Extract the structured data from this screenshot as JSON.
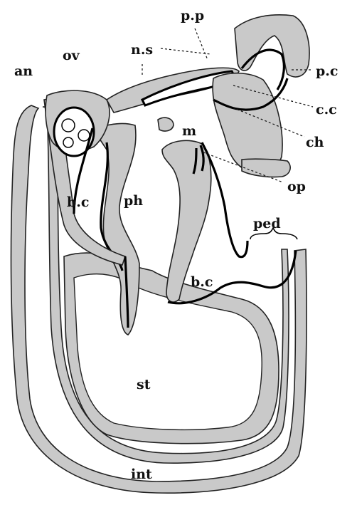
{
  "labels": {
    "pp": "p.p",
    "ns": "n.s",
    "ov": "ov",
    "an": "an",
    "pc": "p.c",
    "cc": "c.c",
    "ch": "ch",
    "m": "m",
    "op": "op",
    "bc_left": "b.c",
    "ph": "ph",
    "ped": "ped",
    "bc_right": "b.c",
    "st": "st",
    "int": "int"
  }
}
